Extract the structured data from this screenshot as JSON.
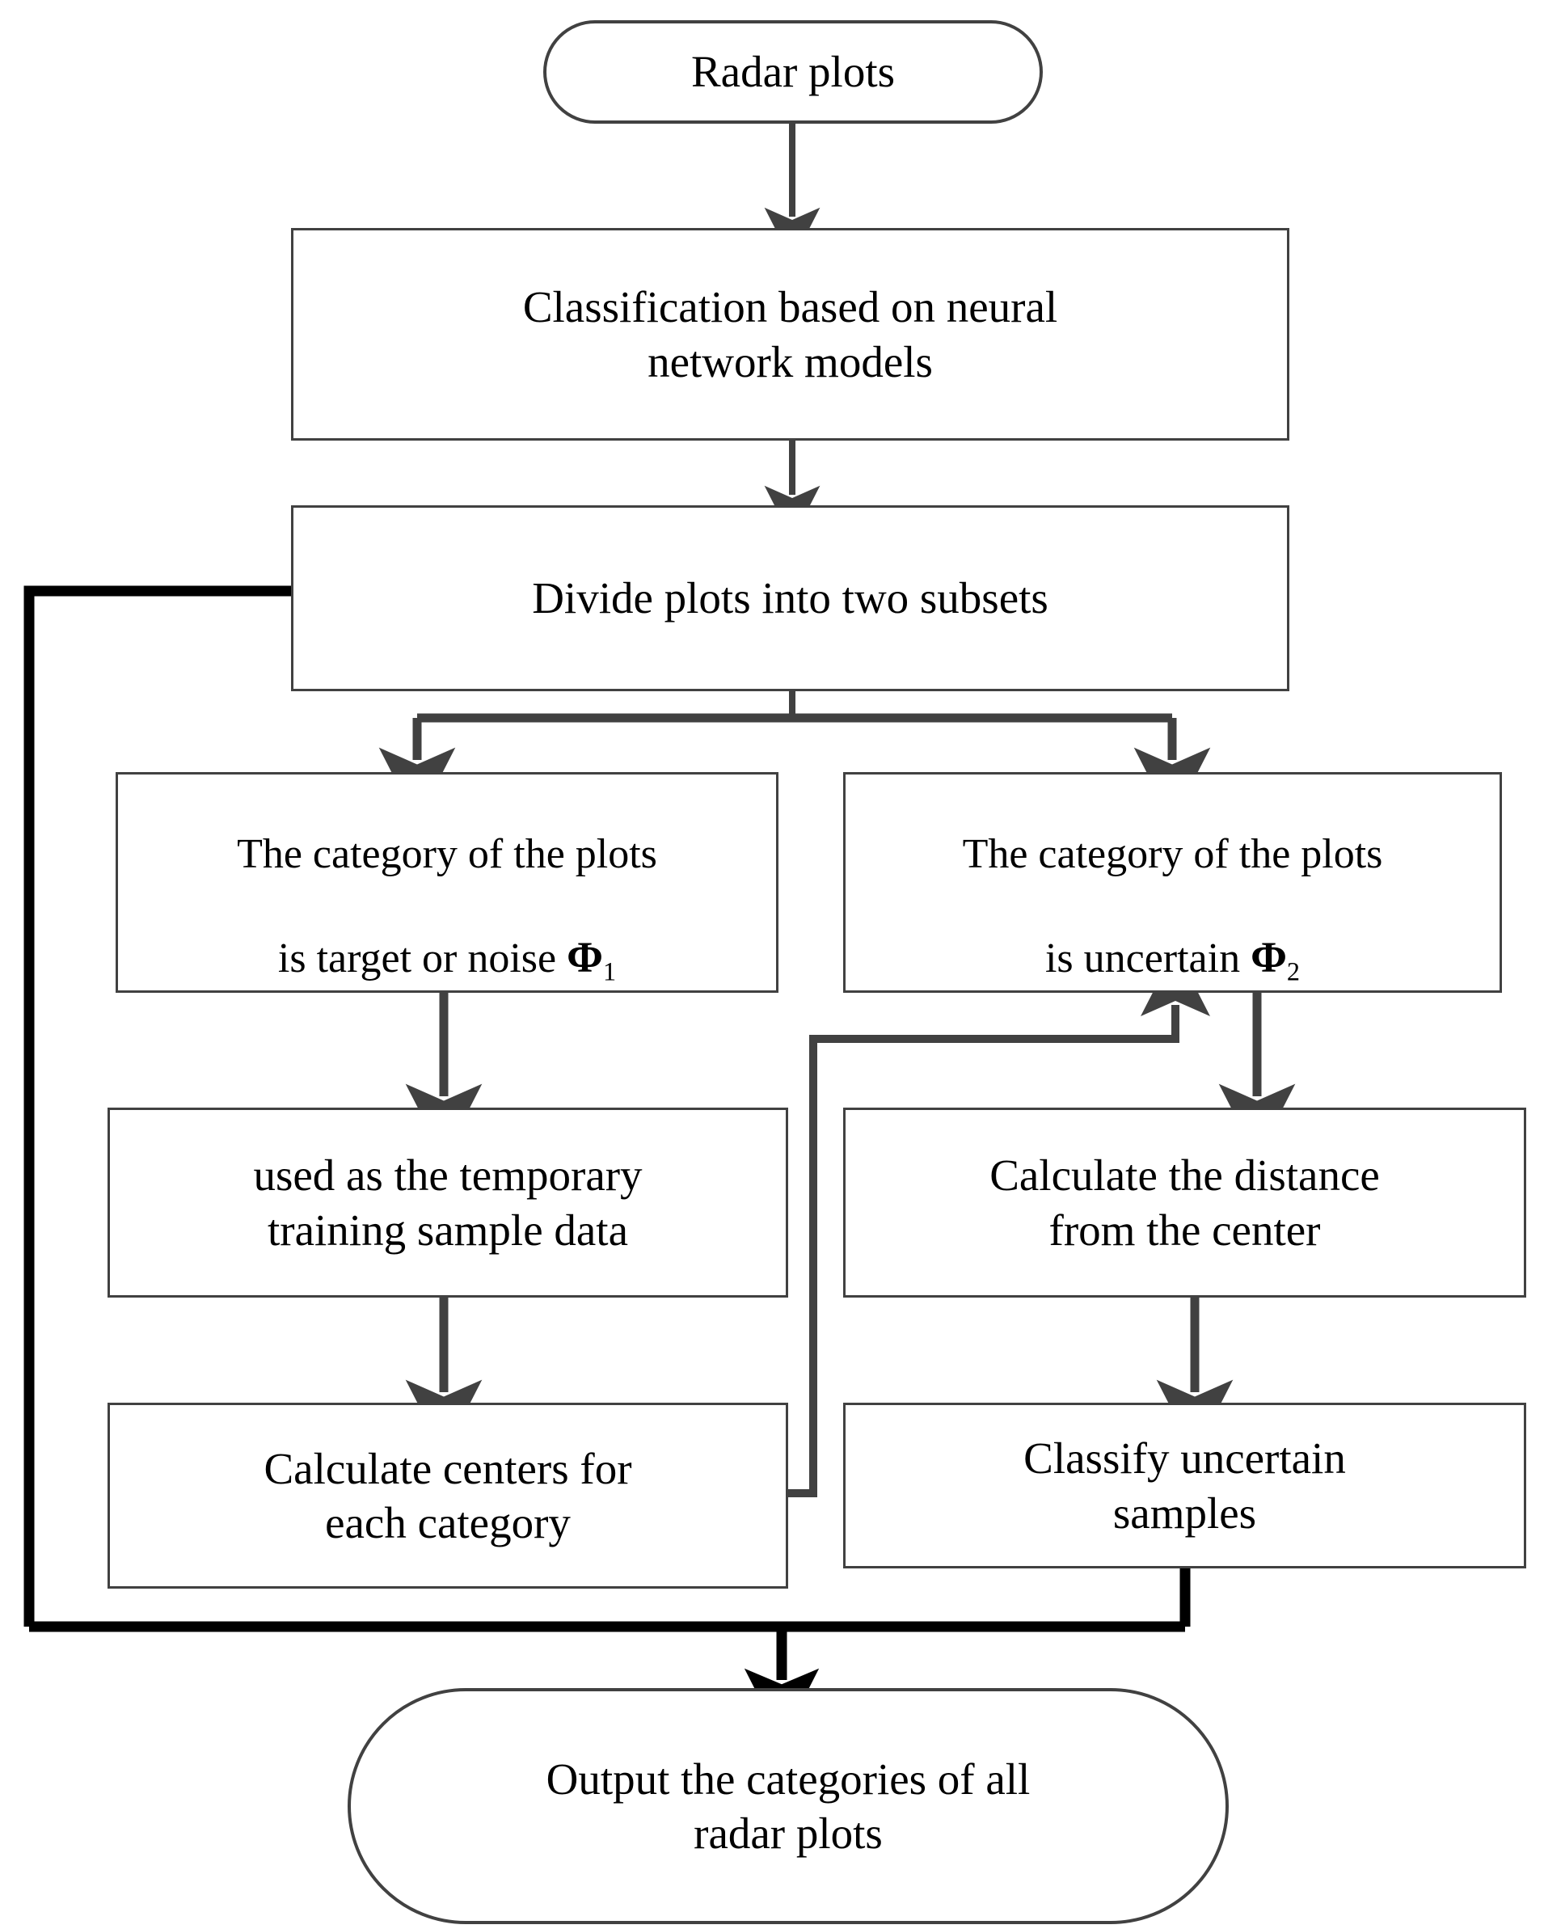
{
  "diagram": {
    "title": "Radar plot classification flowchart",
    "colors": {
      "node_stroke": "#414141",
      "edge_stroke": "#414141",
      "edge_stroke_bold": "#000000",
      "node_fill": "#ffffff",
      "text": "#000000"
    }
  },
  "nodes": {
    "start": {
      "label": "Radar plots",
      "shape": "terminal"
    },
    "classify_nn": {
      "label": "Classification based on neural\nnetwork models",
      "shape": "process"
    },
    "divide": {
      "label": "Divide plots into two subsets",
      "shape": "process"
    },
    "subset_phi1": {
      "line1": "The category of the plots",
      "line2_prefix": "is target or noise ",
      "symbol": "Φ",
      "subscript": "1",
      "shape": "process"
    },
    "subset_phi2": {
      "line1": "The category of the plots",
      "line2_prefix": "is uncertain  ",
      "symbol": "Φ",
      "subscript": "2",
      "shape": "process"
    },
    "temp_training": {
      "label": "used as the temporary\ntraining sample data",
      "shape": "process"
    },
    "calc_distance": {
      "label": "Calculate the distance\nfrom the center",
      "shape": "process"
    },
    "calc_centers": {
      "label": "Calculate centers for\neach category",
      "shape": "process"
    },
    "classify_uncertain": {
      "label": "Classify uncertain\nsamples",
      "shape": "process"
    },
    "output": {
      "label": "Output the categories of all\nradar plots",
      "shape": "terminal"
    }
  },
  "edges": [
    {
      "name": "start-to-classify",
      "from": "start",
      "to": "classify_nn",
      "arrow": true
    },
    {
      "name": "classify-to-divide",
      "from": "classify_nn",
      "to": "divide",
      "arrow": true
    },
    {
      "name": "divide-fork-left",
      "from": "divide",
      "to": "subset_phi1",
      "arrow": true
    },
    {
      "name": "divide-fork-right",
      "from": "divide",
      "to": "subset_phi2",
      "arrow": true
    },
    {
      "name": "phi1-to-temp-training",
      "from": "subset_phi1",
      "to": "temp_training",
      "arrow": true
    },
    {
      "name": "temp-training-to-centers",
      "from": "temp_training",
      "to": "calc_centers",
      "arrow": true
    },
    {
      "name": "phi2-to-distance",
      "from": "subset_phi2",
      "to": "calc_distance",
      "arrow": true
    },
    {
      "name": "distance-to-classify-uncertain",
      "from": "calc_distance",
      "to": "classify_uncertain",
      "arrow": true
    },
    {
      "name": "centers-feedback-to-phi2",
      "from": "calc_centers",
      "to": "subset_phi2",
      "arrow": true
    },
    {
      "name": "divide-loop-to-output",
      "from": "divide",
      "to": "output",
      "arrow": true
    },
    {
      "name": "classify-uncertain-to-output",
      "from": "classify_uncertain",
      "to": "output",
      "arrow": true
    }
  ]
}
